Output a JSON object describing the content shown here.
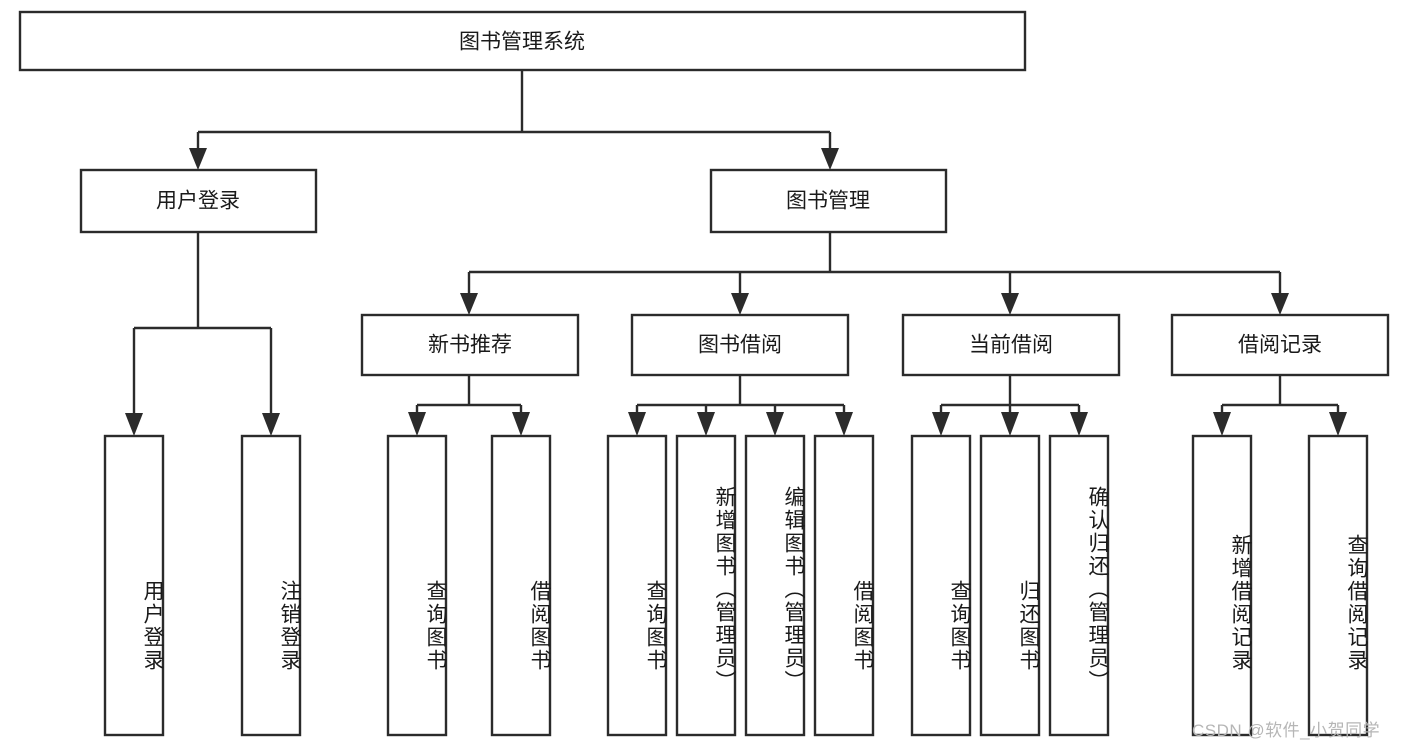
{
  "diagram": {
    "title": "图书管理系统",
    "type": "tree-hierarchy",
    "root": {
      "id": "root",
      "label": "图书管理系统"
    },
    "level2": [
      {
        "id": "user-login",
        "label": "用户登录"
      },
      {
        "id": "book-manage",
        "label": "图书管理"
      }
    ],
    "level3": [
      {
        "id": "new-book-rec",
        "label": "新书推荐",
        "parent": "book-manage"
      },
      {
        "id": "book-borrow",
        "label": "图书借阅",
        "parent": "book-manage"
      },
      {
        "id": "current-borrow",
        "label": "当前借阅",
        "parent": "book-manage"
      },
      {
        "id": "borrow-record",
        "label": "借阅记录",
        "parent": "book-manage"
      }
    ],
    "leaves": [
      {
        "id": "leaf-user-login",
        "label": "用户登录",
        "parent": "user-login"
      },
      {
        "id": "leaf-logout",
        "label": "注销登录",
        "parent": "user-login"
      },
      {
        "id": "leaf-query-book-1",
        "label": "查询图书",
        "parent": "new-book-rec"
      },
      {
        "id": "leaf-borrow-book-1",
        "label": "借阅图书",
        "parent": "new-book-rec"
      },
      {
        "id": "leaf-query-book-2",
        "label": "查询图书",
        "parent": "book-borrow"
      },
      {
        "id": "leaf-add-book",
        "label": "新增图书（管理员）",
        "parent": "book-borrow"
      },
      {
        "id": "leaf-edit-book",
        "label": "编辑图书（管理员）",
        "parent": "book-borrow"
      },
      {
        "id": "leaf-borrow-book-2",
        "label": "借阅图书",
        "parent": "book-borrow"
      },
      {
        "id": "leaf-query-book-3",
        "label": "查询图书",
        "parent": "current-borrow"
      },
      {
        "id": "leaf-return-book",
        "label": "归还图书",
        "parent": "current-borrow"
      },
      {
        "id": "leaf-confirm-return",
        "label": "确认归还（管理员）",
        "parent": "current-borrow"
      },
      {
        "id": "leaf-add-record",
        "label": "新增借阅记录",
        "parent": "borrow-record"
      },
      {
        "id": "leaf-query-record",
        "label": "查询借阅记录",
        "parent": "borrow-record"
      }
    ],
    "colors": {
      "stroke": "#2b2b2b",
      "fill": "#ffffff",
      "text": "#1a1a1a",
      "background": "#ffffff",
      "watermark": "#b6b6b6"
    }
  },
  "watermark": {
    "text": "CSDN @软件_小贺同学"
  }
}
